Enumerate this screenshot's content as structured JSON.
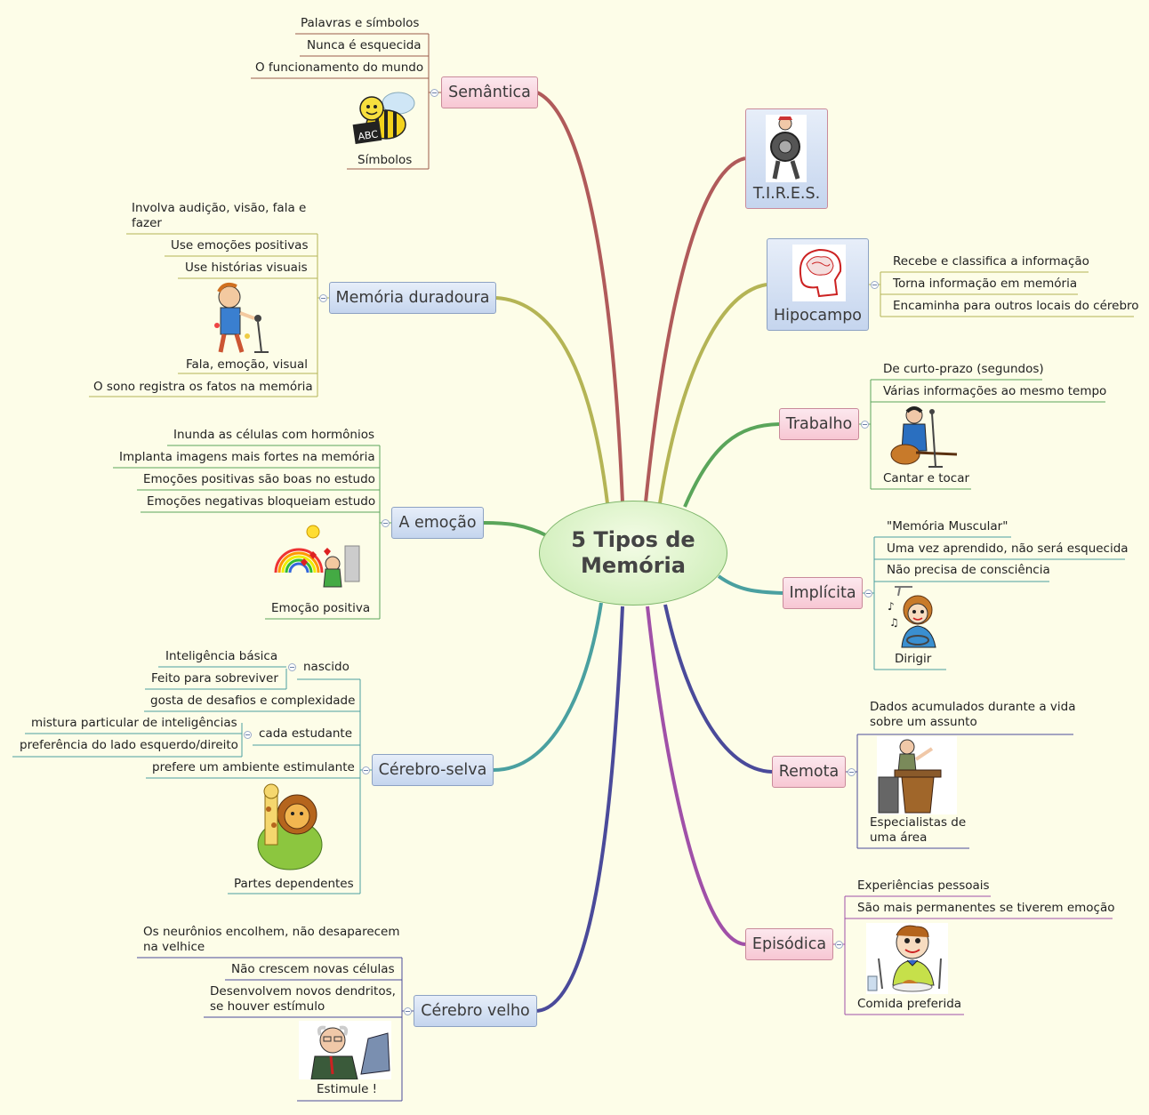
{
  "center": {
    "title": "5 Tipos de Memória"
  },
  "branches": {
    "semantica": {
      "label": "Semântica",
      "items": [
        "Palavras e símbolos",
        "Nunca é esquecida",
        "O funcionamento do mundo"
      ],
      "image_caption": "Símbolos",
      "image_icon": "bee-abc-icon"
    },
    "duradoura": {
      "label": "Memória duradoura",
      "items": [
        "Involva audição, visão, fala e fazer",
        "Use emoções positivas",
        "Use histórias visuais"
      ],
      "image_caption": "Fala, emoção, visual",
      "image_icon": "singer-microphone-icon",
      "last_item": "O sono registra os fatos na memória"
    },
    "emocao": {
      "label": "A emoção",
      "items": [
        "Inunda as células com hormônios",
        "Implanta imagens mais fortes na memória",
        "Emoções positivas são boas no estudo",
        "Emoções negativas bloqueiam estudo"
      ],
      "image_caption": "Emoção positiva",
      "image_icon": "hearts-rainbow-icon"
    },
    "cerebro_selva": {
      "label": "Cérebro-selva",
      "nascido": {
        "label": "nascido",
        "items": [
          "Inteligência básica",
          "Feito para sobreviver"
        ]
      },
      "item_desafios": "gosta de desafios e complexidade",
      "cada_estudante": {
        "label": "cada estudante",
        "items": [
          "mistura particular de inteligências",
          "preferência do lado esquerdo/direito"
        ]
      },
      "item_ambiente": "prefere um ambiente estimulante",
      "image_caption": "Partes dependentes",
      "image_icon": "lion-giraffe-icon"
    },
    "cerebro_velho": {
      "label": "Cérebro velho",
      "items": [
        "Os neurônios encolhem, não desaparecem na velhice",
        "Não crescem novas células",
        "Desenvolvem novos dendritos, se houver estímulo"
      ],
      "image_caption": "Estimule !",
      "image_icon": "old-man-computer-icon"
    },
    "tires": {
      "label": "T.I.R.E.S.",
      "image_icon": "man-tire-icon"
    },
    "hipocampo": {
      "label": "Hipocampo",
      "image_icon": "brain-head-icon",
      "items": [
        "Recebe e classifica a informação",
        "Torna informação em memória",
        "Encaminha para outros locais do cérebro"
      ]
    },
    "trabalho": {
      "label": "Trabalho",
      "items": [
        "De curto-prazo (segundos)",
        "Várias informações ao mesmo tempo"
      ],
      "image_caption": "Cantar e tocar",
      "image_icon": "guitar-player-icon"
    },
    "implicita": {
      "label": "Implícita",
      "items": [
        "\"Memória Muscular\"",
        "Uma vez aprendido, não será esquecida",
        "Não precisa de consciência"
      ],
      "image_caption": "Dirigir",
      "image_icon": "driver-icon"
    },
    "remota": {
      "label": "Remota",
      "items": [
        "Dados acumulados durante a vida sobre um assunto"
      ],
      "image_caption": "Especialistas de uma área",
      "image_icon": "lecturer-podium-icon"
    },
    "episodica": {
      "label": "Episódica",
      "items": [
        "Experiências pessoais",
        "São mais permanentes se tiverem emoção"
      ],
      "image_caption": "Comida preferida",
      "image_icon": "boy-eating-icon"
    }
  },
  "colors": {
    "background": "#fdfde8",
    "pink_topic": "#f7c7d3",
    "blue_topic": "#c5d5ee",
    "center_fill": "#c7ebb0"
  }
}
